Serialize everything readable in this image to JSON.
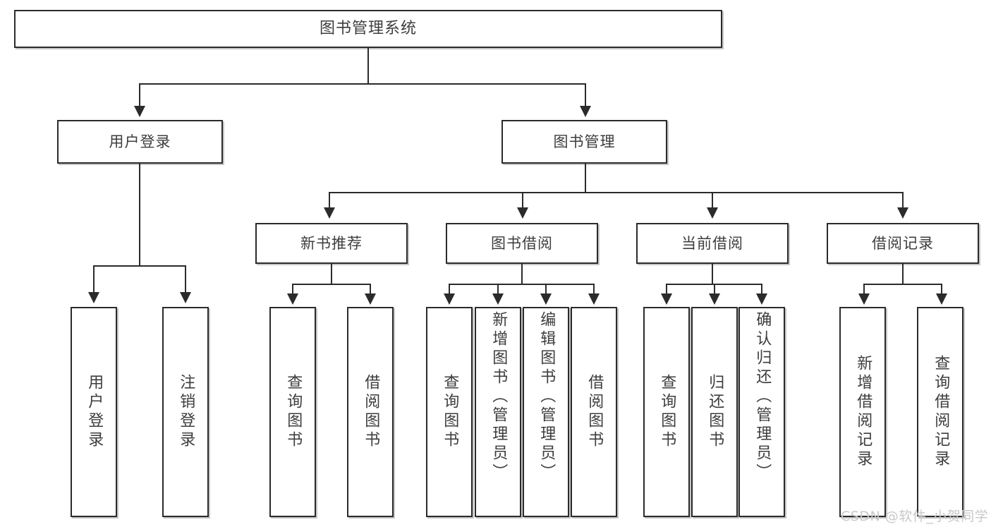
{
  "diagram": {
    "title": "图书管理系统",
    "type": "tree",
    "root": {
      "label": "图书管理系统"
    },
    "level1": [
      {
        "label": "用户登录"
      },
      {
        "label": "图书管理"
      }
    ],
    "level2": [
      {
        "label": "新书推荐"
      },
      {
        "label": "图书借阅"
      },
      {
        "label": "当前借阅"
      },
      {
        "label": "借阅记录"
      }
    ],
    "leaves": {
      "user_login": [
        {
          "label": "用户登录"
        },
        {
          "label": "注销登录"
        }
      ],
      "new_book_recommend": [
        {
          "label": "查询图书"
        },
        {
          "label": "借阅图书"
        }
      ],
      "book_borrow": [
        {
          "label": "查询图书"
        },
        {
          "label": "新增图书（管理员）"
        },
        {
          "label": "编辑图书（管理员）"
        },
        {
          "label": "借阅图书"
        }
      ],
      "current_borrow": [
        {
          "label": "查询图书"
        },
        {
          "label": "归还图书"
        },
        {
          "label": "确认归还（管理员）"
        }
      ],
      "borrow_record": [
        {
          "label": "新增借阅记录"
        },
        {
          "label": "查询借阅记录"
        }
      ]
    }
  },
  "watermark": {
    "text": "CSDN @软件_小贺同学"
  },
  "colors": {
    "stroke": "#2b2b2b",
    "text": "#3d3d3d",
    "background": "#ffffff",
    "watermark": "#c9c9c9"
  }
}
